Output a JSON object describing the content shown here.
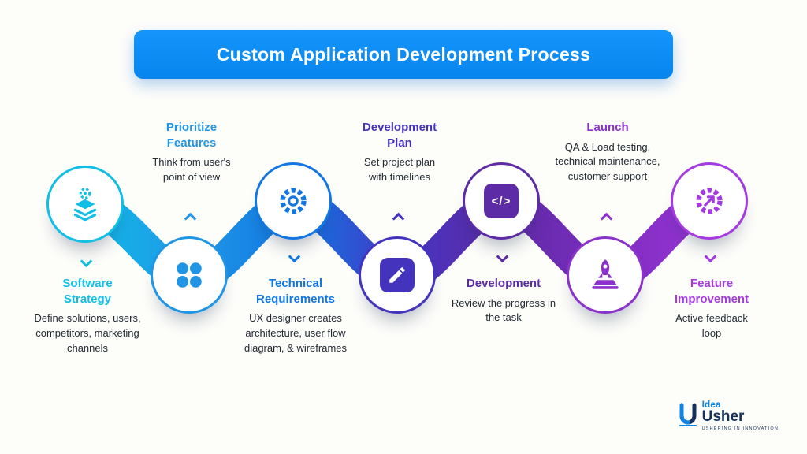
{
  "banner": {
    "title": "Custom Application Development Process",
    "bg": "#0b8bf1"
  },
  "steps": [
    {
      "title": "Software Strategy",
      "description": "Define solutions, users, competitors, marketing channels",
      "color": "#12bfe4",
      "icon": "layers-gear-icon"
    },
    {
      "title": "Prioritize Features",
      "description": "Think from user's point of view",
      "color": "#2095e6",
      "icon": "grid-dots-icon"
    },
    {
      "title": "Technical Requirements",
      "description": "UX designer creates architecture, user flow diagram, & wireframes",
      "color": "#1277e2",
      "icon": "gear-icon"
    },
    {
      "title": "Development Plan",
      "description": "Set project plan with timelines",
      "color": "#4434bd",
      "icon": "pencil-board-icon"
    },
    {
      "title": "Development",
      "description": "Review the progress in the task",
      "color": "#5d2ba5",
      "icon": "code-icon",
      "icon_glyph": "</>"
    },
    {
      "title": "Launch",
      "description": "QA & Load testing, technical maintenance, customer support",
      "color": "#8c32cc",
      "icon": "rocket-laptop-icon"
    },
    {
      "title": "Feature Improvement",
      "description": "Active feedback loop",
      "color": "#a43ae0",
      "icon": "gear-arrow-icon"
    }
  ],
  "ribbon_gradient": [
    "#0fc6e9",
    "#1f97e6",
    "#1277e4",
    "#4534c2",
    "#5d2ba6",
    "#7e2cc0",
    "#a93ae4"
  ],
  "logo": {
    "top": "Idea",
    "bottom": "Usher",
    "tagline": "USHERING IN INNOVATION"
  }
}
